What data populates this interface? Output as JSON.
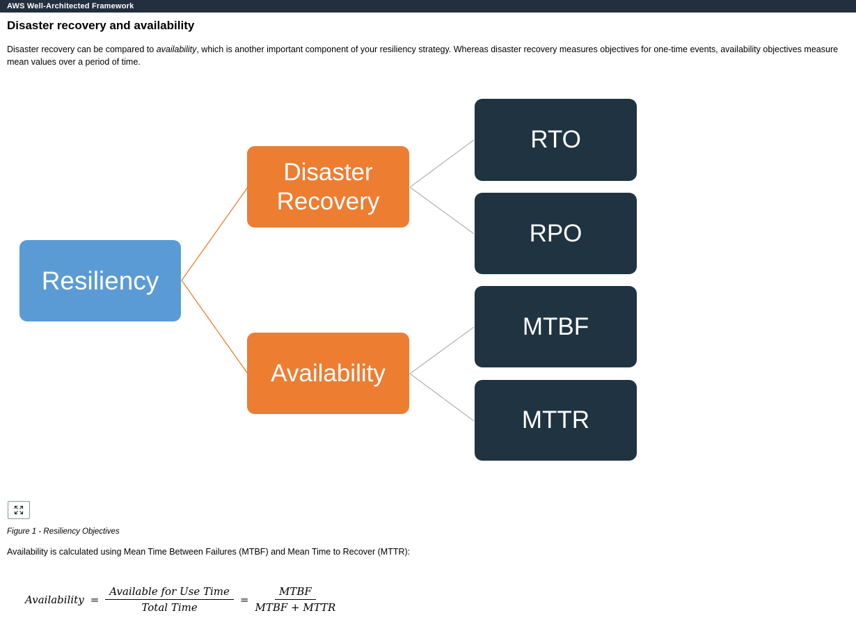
{
  "topbar": {
    "title": "AWS Well-Architected Framework",
    "bg": "#232f3e"
  },
  "page": {
    "title": "Disaster recovery and availability",
    "intro_pre": "Disaster recovery can be compared to ",
    "intro_em": "availability",
    "intro_post": ", which is another important component of your resiliency strategy. Whereas disaster recovery measures objectives for one-time events, availability objectives measure mean values over a period of time."
  },
  "diagram": {
    "root": {
      "label": "Resiliency",
      "color": "#5b9bd5"
    },
    "branches": [
      {
        "label": "Disaster Recovery",
        "color": "#ed7d31"
      },
      {
        "label": "Availability",
        "color": "#ed7d31"
      }
    ],
    "leaves": [
      {
        "label": "RTO",
        "color": "#1f3341"
      },
      {
        "label": "RPO",
        "color": "#1f3341"
      },
      {
        "label": "MTBF",
        "color": "#1f3341"
      },
      {
        "label": "MTTR",
        "color": "#1f3341"
      }
    ],
    "connector_colors": {
      "primary": "#ed7d31",
      "secondary": "#b3b3b3"
    }
  },
  "figure": {
    "expand_button_icon": "expand-icon",
    "caption": "Figure 1 - Resiliency Objectives"
  },
  "body_text": "Availability is calculated using Mean Time Between Failures (MTBF) and Mean Time to Recover (MTTR):",
  "formula": {
    "lhs": "Availability",
    "equals": "=",
    "frac1": {
      "num": "Available for Use Time",
      "den": "Total Time"
    },
    "frac2": {
      "num": "MTBF",
      "den": "MTBF + MTTR"
    }
  }
}
